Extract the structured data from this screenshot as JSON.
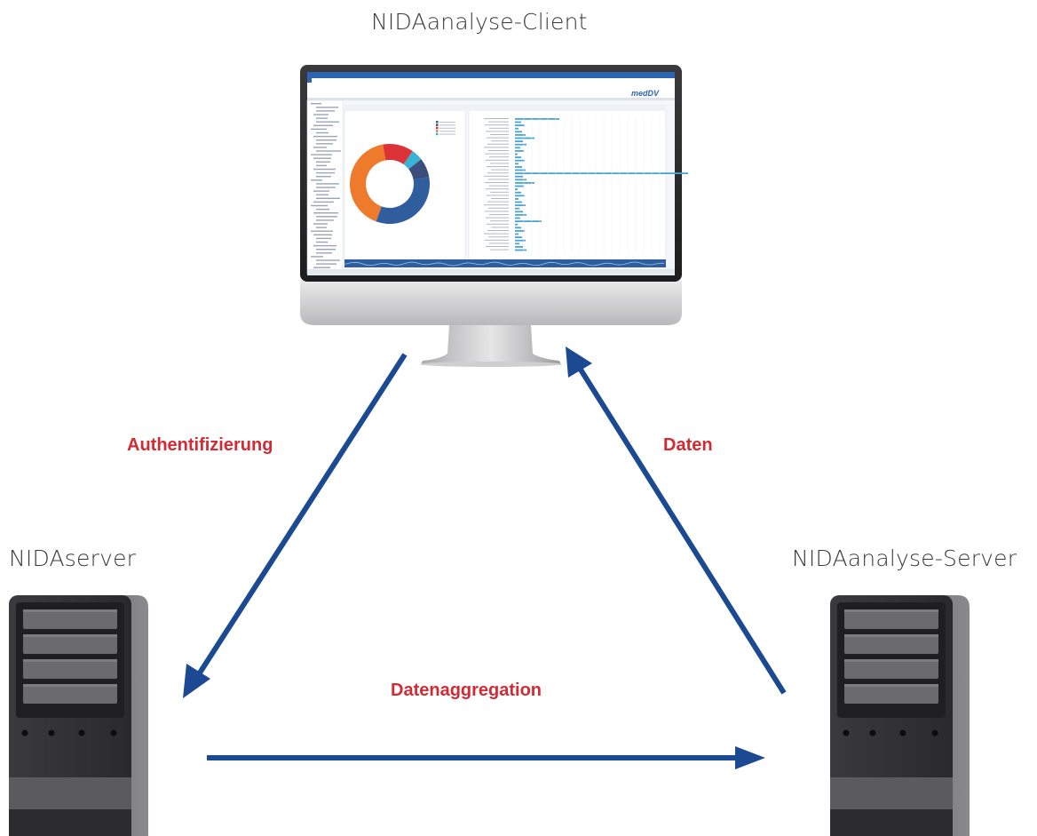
{
  "nodes": {
    "client": {
      "label": "NIDAanalyse-Client"
    },
    "nidaserver": {
      "label": "NIDAserver"
    },
    "analyse_server": {
      "label": "NIDAanalyse-Server"
    }
  },
  "edges": {
    "authentication": {
      "label": "Authentifizierung"
    },
    "data": {
      "label": "Daten"
    },
    "aggregation": {
      "label": "Datenaggregation"
    }
  },
  "screen": {
    "brand": "medDV"
  },
  "colors": {
    "arrow": "#1b4a93",
    "label": "#d22b34",
    "title": "#3a3a3a",
    "donut_orange": "#ee7a2c",
    "donut_red": "#dc3338",
    "donut_blue": "#2f5d9e",
    "donut_navy": "#3b4d7a",
    "donut_cyan": "#39b2d6",
    "bar_blue": "#4aa3d8"
  }
}
